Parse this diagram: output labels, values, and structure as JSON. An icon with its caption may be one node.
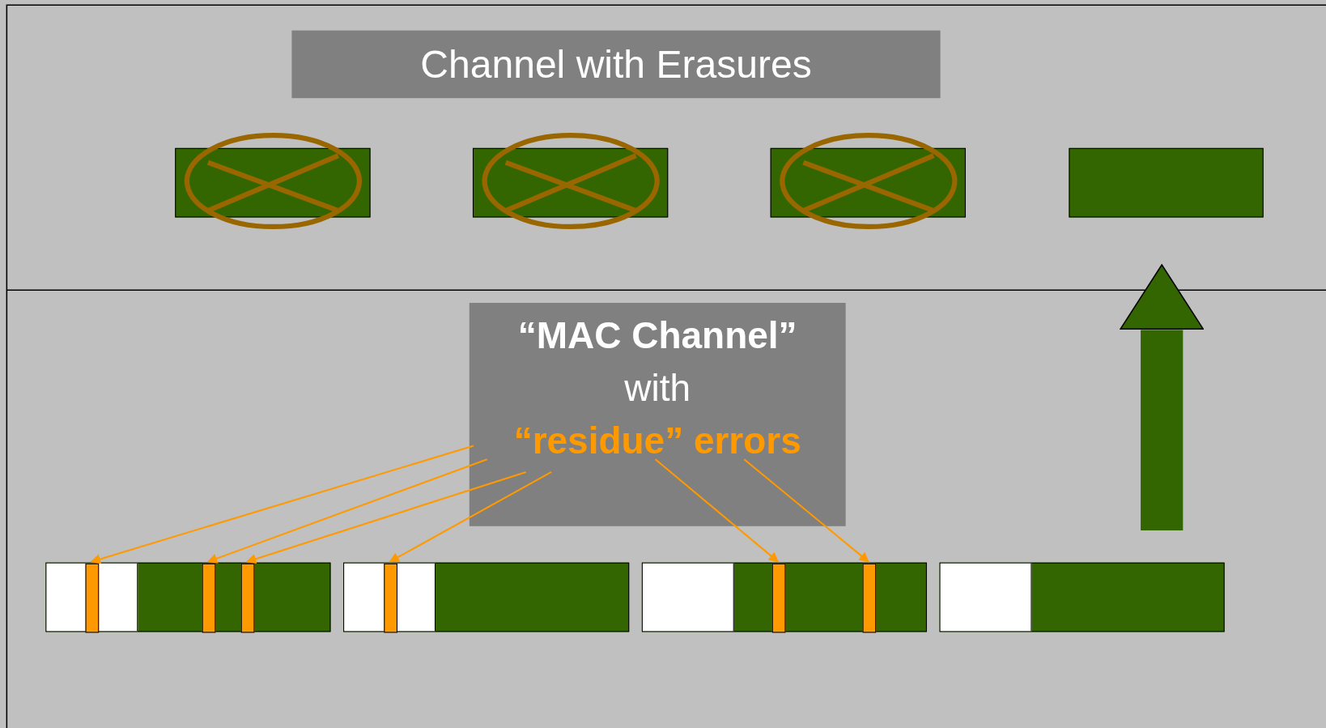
{
  "diagram": {
    "nodes": [
      {
        "text": [
          "Channel with Erasures"
        ]
      },
      {
        "text": [],
        "shape": "bar"
      },
      {
        "text": [],
        "shape": "bar"
      },
      {
        "text": [],
        "shape": "bar"
      },
      {
        "text": [],
        "shape": "bar"
      },
      {
        "text": [
          "“MAC Channel”",
          "with",
          "“residue” errors"
        ]
      },
      {
        "text": [],
        "shape": "bar"
      },
      {
        "text": [],
        "shape": "bar"
      },
      {
        "text": [],
        "shape": "bar"
      },
      {
        "text": [],
        "shape": "bar"
      },
      {
        "text": [],
        "shape": "bar",
        "in": 6
      },
      {
        "text": [],
        "shape": "bar",
        "in": 6
      },
      {
        "text": [],
        "shape": "bar",
        "in": 6
      },
      {
        "text": [],
        "shape": "bar",
        "in": 7
      },
      {
        "text": [],
        "shape": "bar",
        "in": 8
      },
      {
        "text": [],
        "shape": "bar",
        "in": 8
      }
    ],
    "edges": [
      {
        "from": 5,
        "to": 10,
        "arrow": "to",
        "color": "#ff9900"
      },
      {
        "from": 5,
        "to": 11,
        "arrow": "to",
        "color": "#ff9900"
      },
      {
        "from": 5,
        "to": 12,
        "arrow": "to",
        "color": "#ff9900"
      },
      {
        "from": 5,
        "to": 13,
        "arrow": "to",
        "color": "#ff9900"
      },
      {
        "from": 5,
        "to": 14,
        "arrow": "to",
        "color": "#ff9900"
      },
      {
        "from": 5,
        "to": 15,
        "arrow": "to",
        "color": "#ff9900"
      },
      {
        "from": 9,
        "to": 4,
        "arrow": "to",
        "style": "thick",
        "color": "#336600"
      }
    ]
  }
}
